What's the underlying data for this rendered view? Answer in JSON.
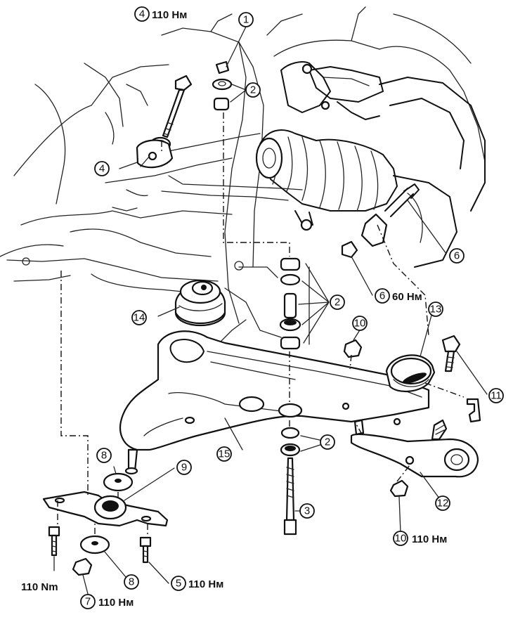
{
  "callouts": [
    {
      "n": "1"
    },
    {
      "n": "2"
    },
    {
      "n": "3"
    },
    {
      "n": "4"
    },
    {
      "n": "5"
    },
    {
      "n": "6"
    },
    {
      "n": "7"
    },
    {
      "n": "8"
    },
    {
      "n": "9"
    },
    {
      "n": "10"
    },
    {
      "n": "11"
    },
    {
      "n": "12"
    },
    {
      "n": "13"
    },
    {
      "n": "14"
    },
    {
      "n": "15"
    }
  ],
  "torques": {
    "t4": "110 Нм",
    "t6": "60 Нм",
    "t10": "110 Нм",
    "t5": "110 Нм",
    "t7": "110 Нм",
    "left_bolt": "110 Nm"
  }
}
